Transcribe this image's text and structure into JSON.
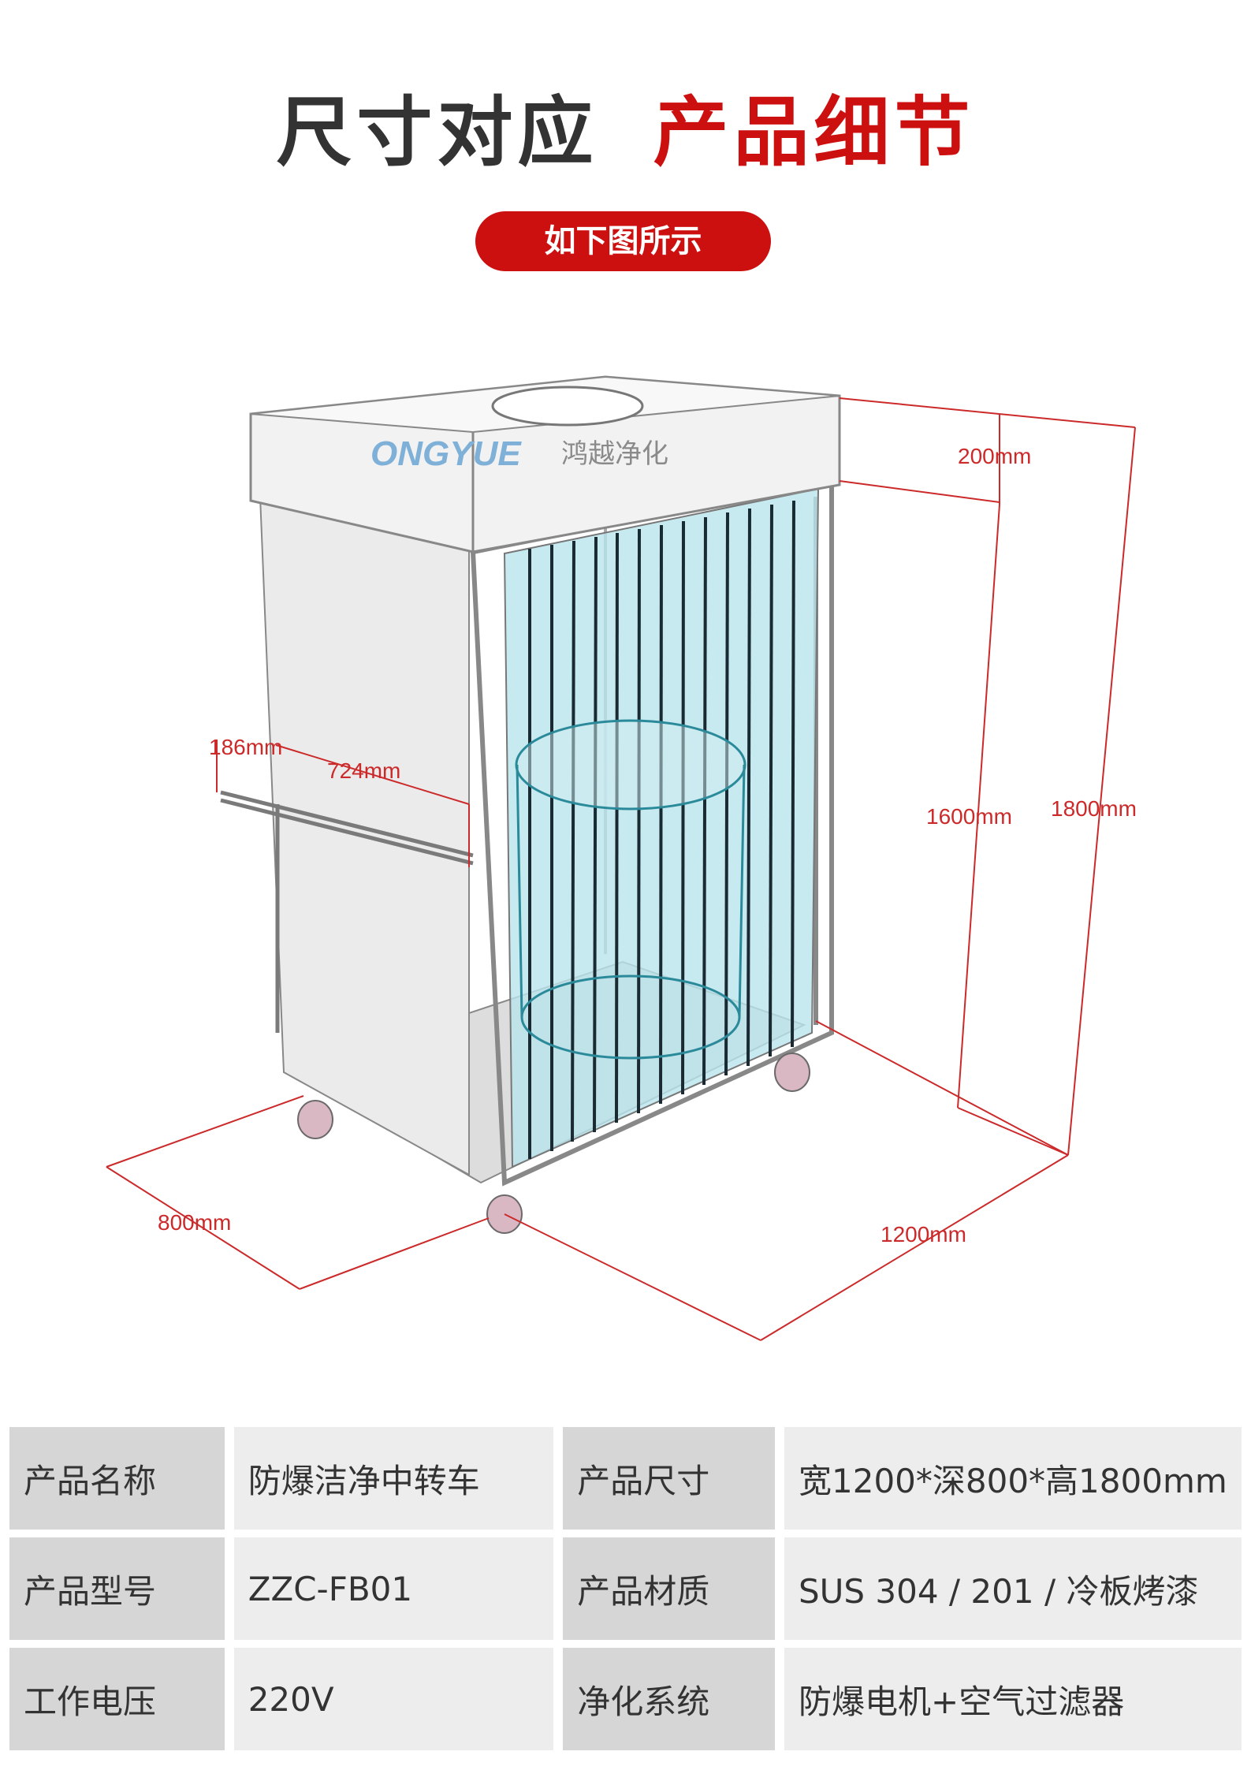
{
  "header": {
    "title_left": "尺寸对应",
    "title_right": "产品细节"
  },
  "pill": {
    "label": "如下图所示"
  },
  "diagram": {
    "brand_latin": "ONGYUE",
    "brand_cn": "鸿越净化",
    "dimensions": {
      "top_height": "200mm",
      "inner_height": "1600mm",
      "total_height": "1800mm",
      "depth": "800mm",
      "width": "1200mm",
      "handle_length": "724mm",
      "handle_offset": "186mm"
    }
  },
  "specs": {
    "rows": [
      {
        "label_a": "产品名称",
        "value_a": "防爆洁净中转车",
        "label_b": "产品尺寸",
        "value_b": "宽1200*深800*高1800mm"
      },
      {
        "label_a": "产品型号",
        "value_a": "ZZC-FB01",
        "label_b": "产品材质",
        "value_b": "SUS 304 / 201 / 冷板烤漆"
      },
      {
        "label_a": "工作电压",
        "value_a": "220V",
        "label_b": "净化系统",
        "value_b": "防爆电机+空气过滤器"
      }
    ]
  },
  "colors": {
    "accent": "#cc1010",
    "cell_label": "#d6d6d6",
    "cell_value": "#ededed",
    "dimension_line": "#cc2a2a"
  }
}
